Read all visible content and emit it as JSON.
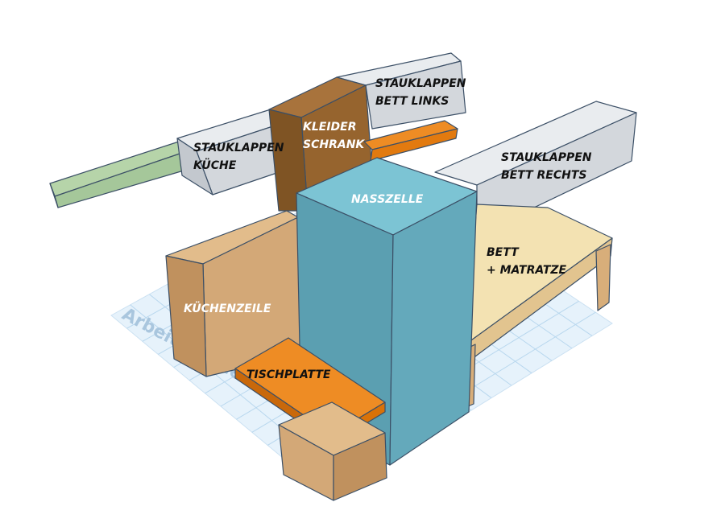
{
  "grid": {
    "watermark": "Arbeitsebene"
  },
  "labels": {
    "stauklappen_bett_links": [
      "STAUKLAPPEN",
      "BETT LINKS"
    ],
    "kleiderschrank": [
      "KLEIDER",
      "SCHRANK"
    ],
    "stauklappen_kueche": [
      "STAUKLAPPEN",
      "KÜCHE"
    ],
    "stauklappen_bett_rechts": [
      "STAUKLAPPEN",
      "BETT RECHTS"
    ],
    "nasszelle": "NASSZELLE",
    "bett": [
      "BETT",
      "+ MATRATZE"
    ],
    "kuechenzeile": "KÜCHENZEILE",
    "tischplatte": "TISCHPLATTE"
  },
  "colors": {
    "grid_fill": "#e6f2fb",
    "grid_line": "#b8d7ee",
    "grey_top": "#e9ecef",
    "grey_front": "#d3d7dc",
    "grey_side": "#c3c8ce",
    "brown_front": "#96642e",
    "brown_top": "#a8733c",
    "orange": "#e27a0f",
    "orange_top": "#ee8c24",
    "teal_front": "#64a9bb",
    "teal_top": "#7cc4d4",
    "teal_side": "#5897a8",
    "tan_front": "#d3a877",
    "tan_top": "#e2bc8b",
    "bed_top": "#f3e2b2",
    "bed_leg": "#d8ae7a",
    "green": "#a5c79a"
  }
}
